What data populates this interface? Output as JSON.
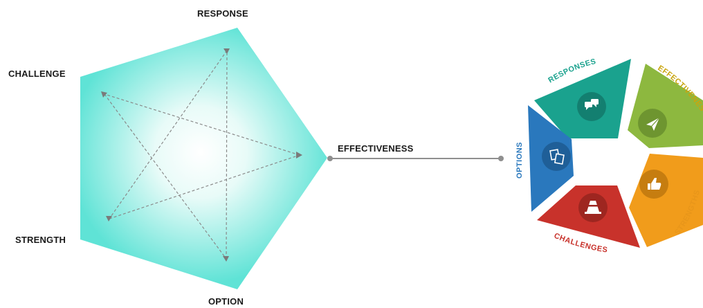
{
  "pentagon": {
    "labels": {
      "response": "RESPONSE",
      "challenge": "CHALLENGE",
      "effectiveness": "EFFECTIVENESS",
      "strength": "STRENGTH",
      "option": "OPTION"
    },
    "colors": {
      "fill_edge": "#5fe3d6",
      "fill_center": "#ffffff",
      "star_line": "#8a8a8a"
    }
  },
  "cycle": {
    "segments": {
      "responses": {
        "label": "RESPONSES",
        "color": "#1aa28e",
        "icon": "chat-bubbles-icon"
      },
      "effectiveness": {
        "label": "EFFECTIVENES",
        "color": "#8db83f",
        "icon": "paper-plane-icon"
      },
      "strength": {
        "label": "STRENGTHS",
        "color": "#f19c1b",
        "icon": "thumbs-up-icon"
      },
      "challenges": {
        "label": "CHALLENGES",
        "color": "#c8322b",
        "icon": "traffic-cone-icon"
      },
      "options": {
        "label": "OPTIONS",
        "color": "#2a78bd",
        "icon": "copy-docs-icon"
      }
    }
  },
  "connector": {
    "color": "#8f8f8f"
  }
}
